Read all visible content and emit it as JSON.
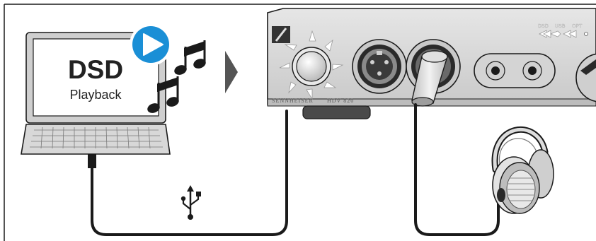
{
  "laptop_screen": {
    "title": "DSD",
    "subtitle": "Playback"
  },
  "device": {
    "brand": "SENNHEISER",
    "model": "HDV 820",
    "port_labels": [
      "DSD",
      "USB",
      "OPT"
    ]
  },
  "icons": {
    "play": "play-icon",
    "music_notes": "music-notes-icon",
    "arrow": "arrow-right-icon",
    "usb": "usb-icon",
    "headphones": "headphones-icon",
    "logo": "sennheiser-logo-icon"
  },
  "colors": {
    "play_button": "#1a8fd6",
    "cable": "#1a1a1a",
    "frame": "#1a1a1a",
    "laptop_body": "#d6d6d6",
    "device_body": "#d9d9d9",
    "arrow": "#555555"
  }
}
